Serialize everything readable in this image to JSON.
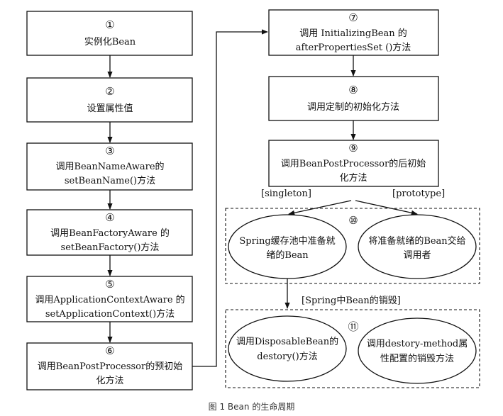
{
  "left_steps": [
    {
      "num": "①",
      "lines": [
        "实例化Bean"
      ]
    },
    {
      "num": "②",
      "lines": [
        "设置属性值"
      ]
    },
    {
      "num": "③",
      "lines": [
        "调用BeanNameAware的",
        "setBeanName()方法"
      ]
    },
    {
      "num": "④",
      "lines": [
        "调用BeanFactoryAware 的",
        "setBeanFactory()方法"
      ]
    },
    {
      "num": "⑤",
      "lines": [
        "调用ApplicationContextAware 的",
        "setApplicationContext()方法"
      ]
    },
    {
      "num": "⑥",
      "lines": [
        "调用BeanPostProcessor的预初始",
        "化方法"
      ]
    }
  ],
  "right_steps": [
    {
      "num": "⑦",
      "lines": [
        "调用 InitializingBean 的",
        "afterPropertiesSet ()方法"
      ]
    },
    {
      "num": "⑧",
      "lines": [
        "调用定制的初始化方法"
      ]
    },
    {
      "num": "⑨",
      "lines": [
        "调用BeanPostProcessor的后初始",
        "化方法"
      ]
    }
  ],
  "scope_labels": {
    "singleton": "[singleton]",
    "prototype": "[prototype]"
  },
  "group10": {
    "num": "⑩",
    "left_ellipse": [
      "Spring缓存池中准备就",
      "绪的Bean"
    ],
    "right_ellipse": [
      "将准备就绪的Bean交给",
      "调用者"
    ]
  },
  "destroy_label": "[Spring中Bean的销毁]",
  "group11": {
    "num": "⑪",
    "left_ellipse": [
      "调用DisposableBean的",
      "destory()方法"
    ],
    "right_ellipse": [
      "调用destory-method属",
      "性配置的销毁方法"
    ]
  },
  "caption": "图 1  Bean 的生命周期"
}
